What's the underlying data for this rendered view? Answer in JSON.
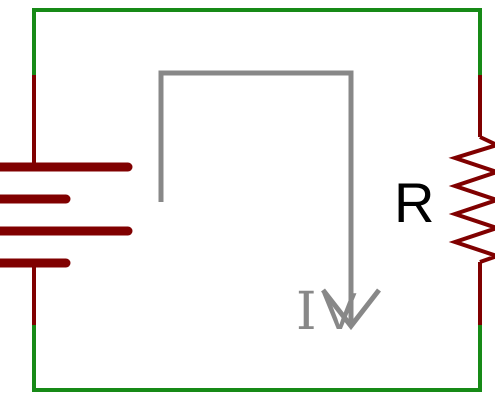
{
  "labels": {
    "resistor": "R",
    "current": "I",
    "voltage": "V"
  },
  "colors": {
    "wire": "#178a17",
    "component": "#800000",
    "current_path": "#888888",
    "text": "#000000",
    "background": "#ffffff"
  },
  "icons": {
    "battery": "battery-icon",
    "resistor": "resistor-icon",
    "current_arrow": "current-arrow-icon"
  }
}
